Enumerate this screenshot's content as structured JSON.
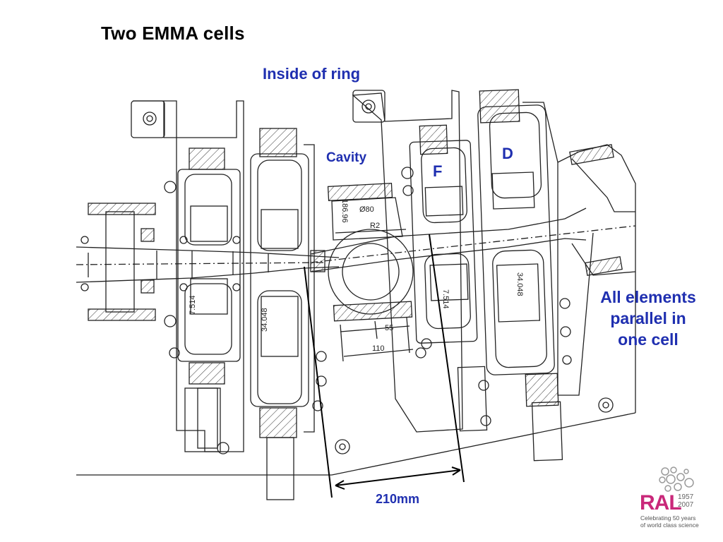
{
  "slide": {
    "title": "Two EMMA cells"
  },
  "diagram": {
    "labels": {
      "inside_of_ring": "Inside of ring",
      "cavity": "Cavity",
      "f_magnet": "F",
      "d_magnet": "D",
      "all_elements": "All elements parallel in one cell",
      "spacing": "210mm"
    },
    "dimensions": {
      "left_f_gap": "7.514",
      "left_d_gap": "34.048",
      "right_f_gap": "7.514",
      "right_d_gap": "34.048",
      "cavity_length_1": "55",
      "cavity_length_2": "110",
      "cavity_diameter": "Ø80",
      "cavity_radius": "R2",
      "cavity_outer": "186.96"
    },
    "colors": {
      "label_blue": "#1f2fb0",
      "line": "#222222"
    }
  },
  "logo": {
    "name": "RAL",
    "year_start": "1957",
    "year_end": "2007",
    "caption_line1": "Celebrating 50 years",
    "caption_line2": "of world class science"
  }
}
